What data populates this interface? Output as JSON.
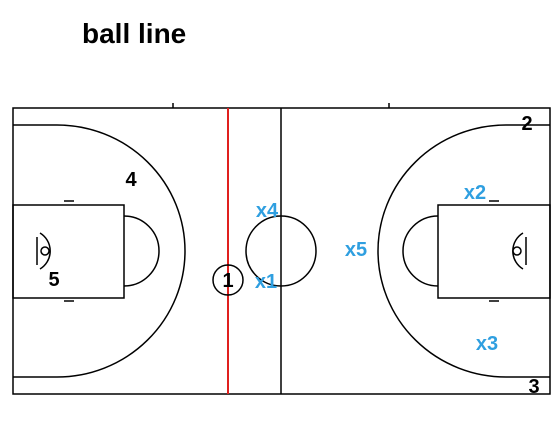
{
  "title": "ball line",
  "colors": {
    "court_lines": "#000000",
    "ball_line": "#e0201e",
    "offense": "#000000",
    "defense": "#2f9fe0",
    "background": "#ffffff"
  },
  "offense_players": [
    {
      "label": "1"
    },
    {
      "label": "2"
    },
    {
      "label": "3"
    },
    {
      "label": "4"
    },
    {
      "label": "5"
    }
  ],
  "defense_players": [
    {
      "label": "x1"
    },
    {
      "label": "x2"
    },
    {
      "label": "x3"
    },
    {
      "label": "x4"
    },
    {
      "label": "x5"
    }
  ]
}
